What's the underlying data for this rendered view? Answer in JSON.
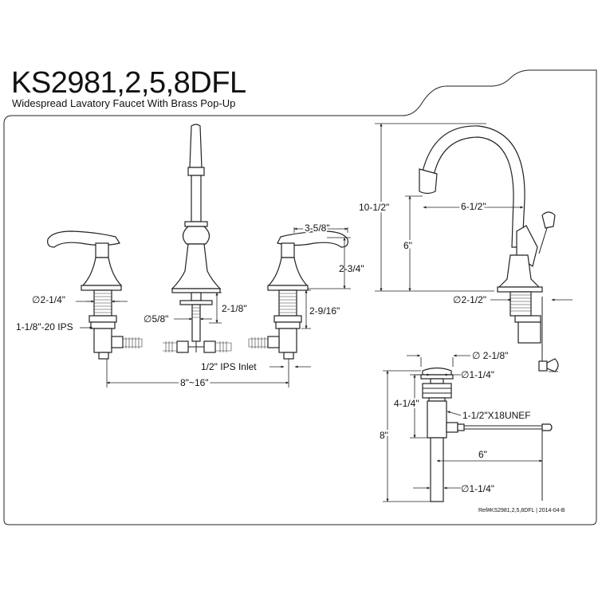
{
  "title": "KS2981,2,5,8DFL",
  "subtitle": "Widespread Lavatory Faucet With Brass Pop-Up",
  "reference": "Ref#KS2981,2,5,8DFL | 2014-04-B",
  "dimensions": {
    "handle_height": "3-5/8\"",
    "handle_riser": "2-3/4\"",
    "handle_shank_dia": "∅2-1/4\"",
    "handle_thread": "1-1/8\"-20 IPS",
    "spout_shank_dia": "∅5/8\"",
    "spout_shank_len": "2-1/8\"",
    "handle_shank_len": "2-9/16\"",
    "inlet": "1/2\" IPS Inlet",
    "spread": "8\"~16\"",
    "spout_height": "10-1/2\"",
    "spout_reach": "6-1/2\"",
    "spout_outlet_height": "6\"",
    "spout_base_dia": "∅2-1/2\"",
    "drain_flange_dia": "∅ 2-1/8\"",
    "drain_top_dia": "∅1-1/4\"",
    "drain_body_len": "4-1/4\"",
    "drain_thread": "1-1/2\"X18UNEF",
    "drain_total_len": "8\"",
    "lift_rod_len": "6\"",
    "tailpiece_dia": "∅1-1/4\""
  }
}
